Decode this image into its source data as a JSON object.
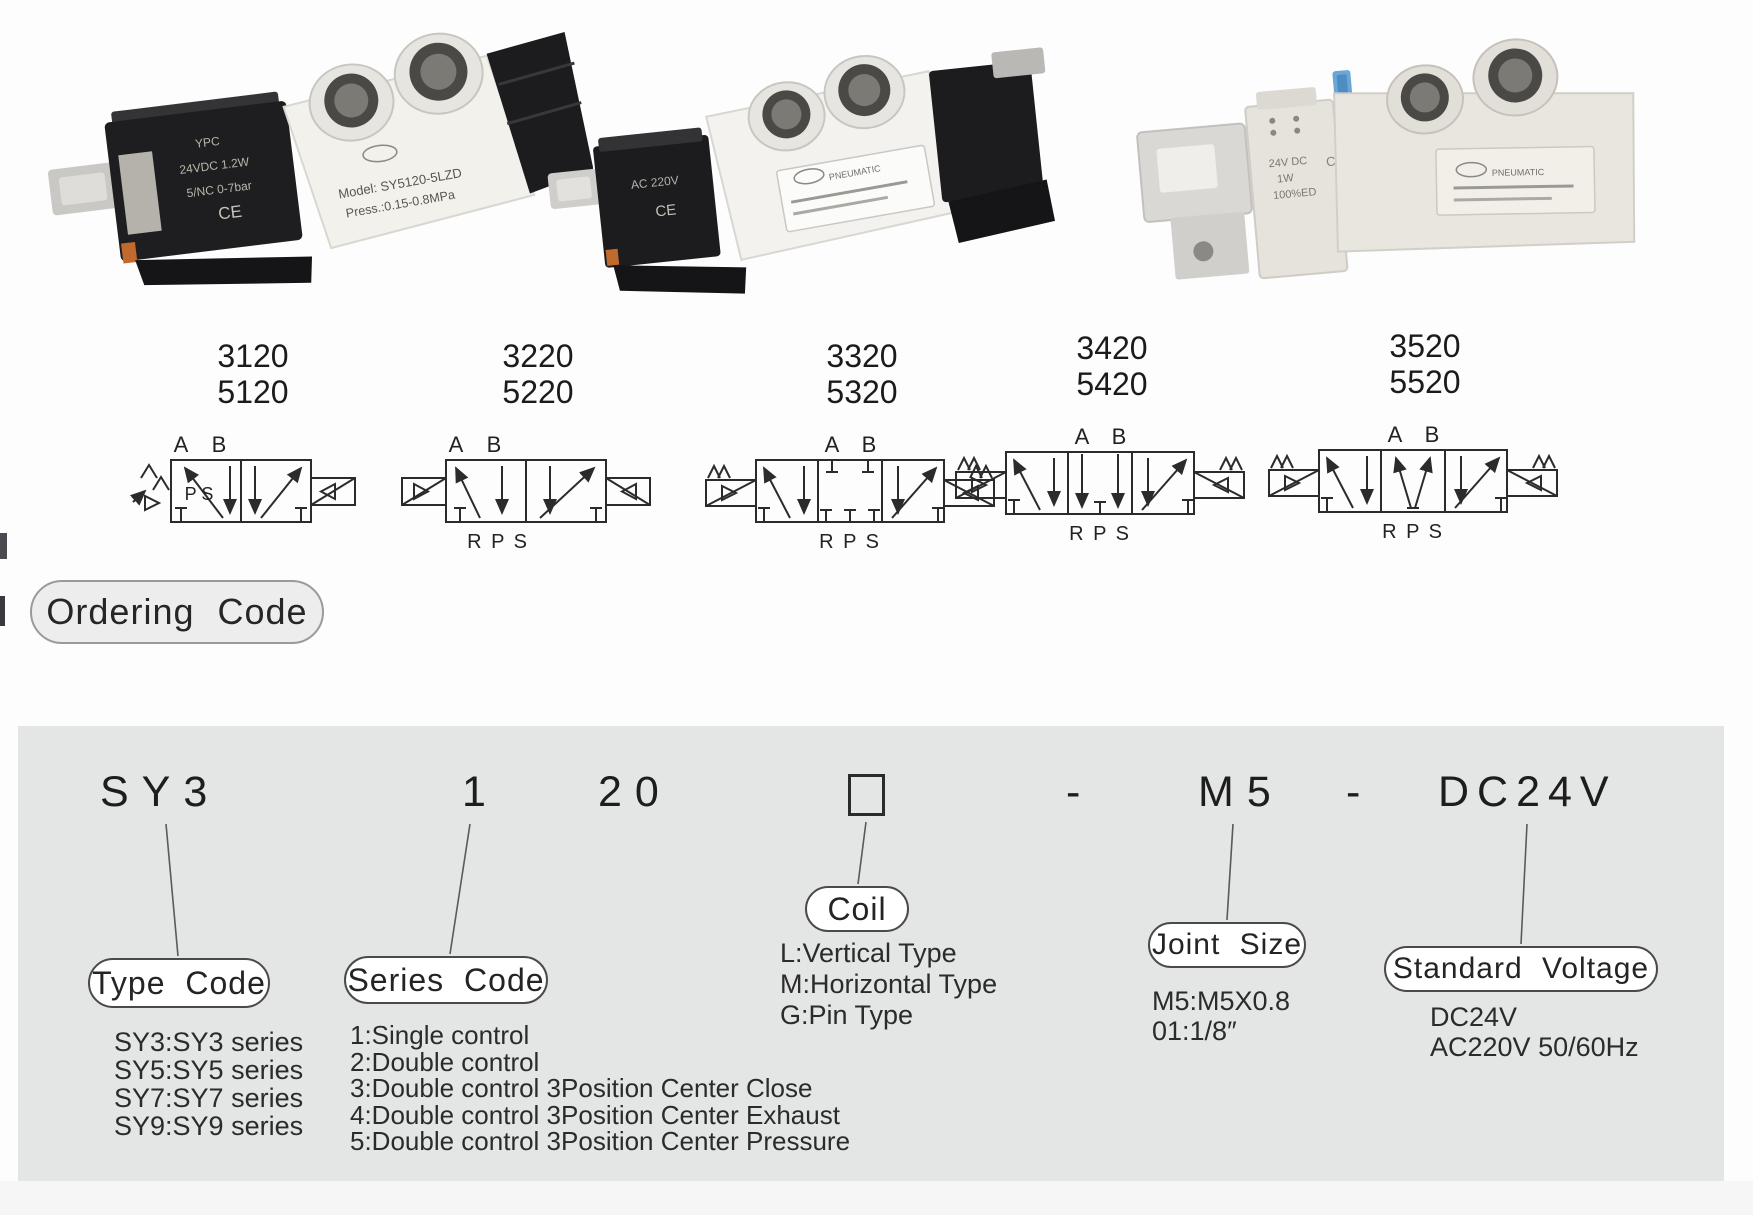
{
  "colors": {
    "panel_bg": "#e4e5e5",
    "pill_bg": "#ffffff",
    "pill_border": "#4a4a4a",
    "text": "#242424",
    "schematic_line": "#2b2b2b"
  },
  "products": [
    {
      "coil_brand": "YPC",
      "coil_volt": "24VDC 1.2W",
      "coil_nc": "5/NC 0-7bar",
      "coil_ce": "CE",
      "body_model": "Model: SY5120-5LZD",
      "body_press": "Press.:0.15-0.8MPa"
    },
    {
      "coil_volt": "AC 220V",
      "coil_ce": "CE",
      "body_brand": "PNEUMATIC"
    },
    {
      "coil_volt": "24V DC",
      "coil_watt": "1W",
      "coil_duty": "100%ED",
      "coil_ce": "CE",
      "body_brand": "PNEUMATIC"
    }
  ],
  "schematics": [
    {
      "code_top": "3120",
      "code_bottom": "5120",
      "port_a": "A",
      "port_b": "B",
      "inner_ports": "P S",
      "bottom_ports": ""
    },
    {
      "code_top": "3220",
      "code_bottom": "5220",
      "port_a": "A",
      "port_b": "B",
      "bottom_ports": "R P S"
    },
    {
      "code_top": "3320",
      "code_bottom": "5320",
      "port_a": "A",
      "port_b": "B",
      "bottom_ports": "R P S"
    },
    {
      "code_top": "3420",
      "code_bottom": "5420",
      "port_a": "A",
      "port_b": "B",
      "bottom_ports": "R P S"
    },
    {
      "code_top": "3520",
      "code_bottom": "5520",
      "port_a": "A",
      "port_b": "B",
      "bottom_ports": "R P S"
    }
  ],
  "ordering": {
    "title": "Ordering Code",
    "code_parts": {
      "type": "SY3",
      "series": "1",
      "body": "20",
      "coil_box": "□",
      "dash1": "-",
      "joint": "M5",
      "dash2": "-",
      "voltage": "DC24V"
    },
    "type_code": {
      "label": "Type Code",
      "items": [
        "SY3:SY3 series",
        "SY5:SY5 series",
        "SY7:SY7 series",
        "SY9:SY9 series"
      ]
    },
    "series_code": {
      "label": "Series Code",
      "items": [
        "1:Single control",
        "2:Double control",
        "3:Double control 3Position Center Close",
        "4:Double control 3Position Center Exhaust",
        "5:Double control 3Position Center Pressure"
      ]
    },
    "coil": {
      "label": "Coil",
      "items": [
        "L:Vertical Type",
        "M:Horizontal Type",
        "G:Pin Type"
      ]
    },
    "joint_size": {
      "label": "Joint Size",
      "items": [
        "M5:M5X0.8",
        "01:1/8″"
      ]
    },
    "standard_voltage": {
      "label": "Standard Voltage",
      "items": [
        "DC24V",
        "AC220V 50/60Hz"
      ]
    }
  }
}
